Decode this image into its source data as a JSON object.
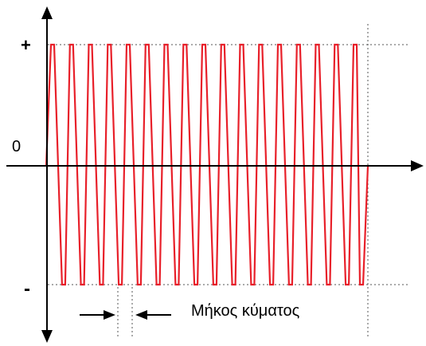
{
  "labels": {
    "plus": "+",
    "zero": "0",
    "minus": "-",
    "wavelength": "Μήκος κύματος"
  },
  "wave": {
    "cycles": 17,
    "levels": {
      "top": 1,
      "zero": 0,
      "bottom": -1
    }
  },
  "colors": {
    "wave": "#e8202a",
    "axis": "#000000",
    "guide": "#555555"
  },
  "icons": {
    "arrow_right": "arrow-right-icon",
    "arrow_left": "arrow-left-icon"
  }
}
